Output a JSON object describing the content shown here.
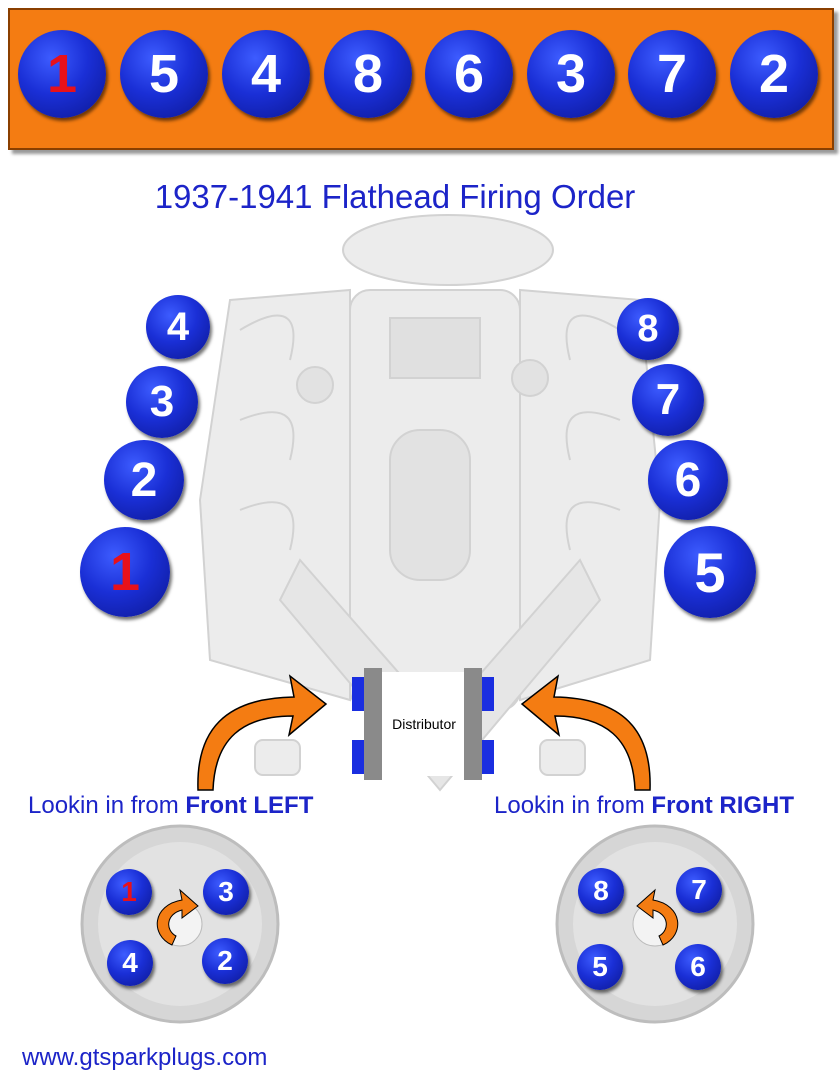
{
  "firing_order": [
    "1",
    "5",
    "4",
    "8",
    "6",
    "3",
    "7",
    "2"
  ],
  "title": "1937-1941 Flathead Firing Order",
  "left_bank": [
    "4",
    "3",
    "2",
    "1"
  ],
  "right_bank": [
    "8",
    "7",
    "6",
    "5"
  ],
  "distributor_label": "Distributor",
  "caption_left": {
    "prefix": "Lookin in from ",
    "bold": "Front LEFT"
  },
  "caption_right": {
    "prefix": "Lookin in from ",
    "bold": "Front RIGHT"
  },
  "cap_left": [
    "1",
    "3",
    "4",
    "2"
  ],
  "cap_right": [
    "8",
    "7",
    "5",
    "6"
  ],
  "website": "www.gtsparkplugs.com",
  "colors": {
    "banner": "#f47c12",
    "ball": "#1a2fd6",
    "text": "#1c24c8",
    "highlight": "#e8111a",
    "arrow": "#f47c12"
  }
}
